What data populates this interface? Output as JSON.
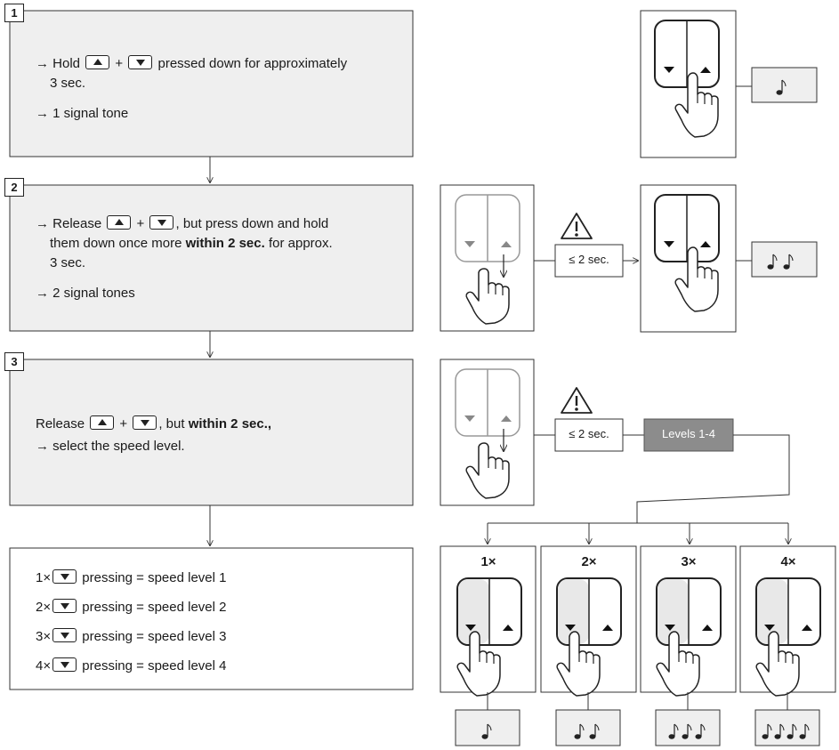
{
  "steps": [
    {
      "number": "1",
      "line1_pre": "→ Hold",
      "line1_plus": "+",
      "line1_post": "pressed down for approximately",
      "line2": "3 sec.",
      "line3": "→ 1 signal tone"
    },
    {
      "number": "2",
      "line1_pre": "→ Release",
      "line1_plus": "+",
      "line1_post": ", but press down and hold",
      "line2_pre": "them down once more",
      "line2_bold": "within 2 sec.",
      "line2_post": "for approx.",
      "line3": "3 sec.",
      "line4": "→ 2 signal tones"
    },
    {
      "number": "3",
      "line1_pre": "Release",
      "line1_plus": "+",
      "line1_mid": ", but",
      "line1_bold": "within 2 sec.,",
      "line2": "→ select the speed level."
    }
  ],
  "levels_list": [
    {
      "count": "1×",
      "text": "pressing = speed level 1"
    },
    {
      "count": "2×",
      "text": "pressing = speed level 2"
    },
    {
      "count": "3×",
      "text": "pressing = speed level 3"
    },
    {
      "count": "4×",
      "text": "pressing = speed level 4"
    }
  ],
  "timing_label": "≤ 2 sec.",
  "levels_box_label": "Levels 1-4",
  "level_panels": [
    "1×",
    "2×",
    "3×",
    "4×"
  ],
  "colors": {
    "step_fill": "#efefef",
    "levels_box_fill": "#8c8c8c",
    "line": "#333333"
  }
}
